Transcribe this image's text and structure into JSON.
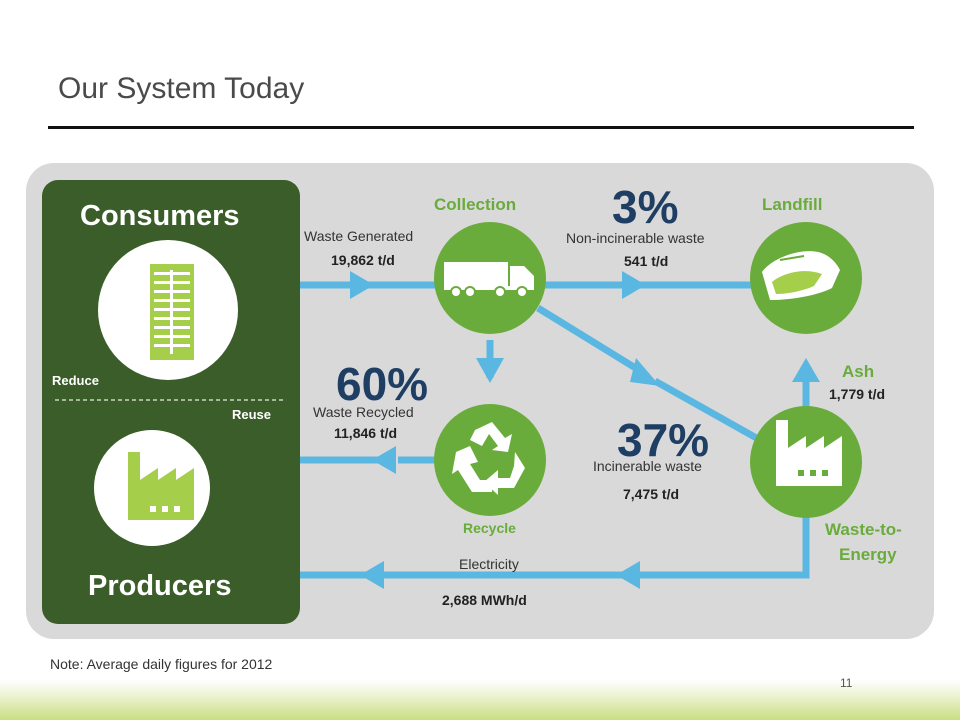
{
  "title": "Our System Today",
  "colors": {
    "green": "#6aac3c",
    "dark_green": "#3b5d29",
    "arrow_blue": "#5ab7e1",
    "navy": "#1f3e63",
    "panel_gray": "#d9d9d9"
  },
  "left_panel": {
    "top_label": "Consumers",
    "bottom_label": "Producers",
    "reduce": "Reduce",
    "reuse": "Reuse",
    "top_icon": "building-icon",
    "bottom_icon": "factory-icon"
  },
  "collection": {
    "label": "Collection",
    "icon": "truck-icon"
  },
  "landfill": {
    "label": "Landfill",
    "icon": "landfill-icon"
  },
  "recycle": {
    "label": "Recycle",
    "icon": "recycle-icon"
  },
  "wte": {
    "label_line1": "Waste-to-",
    "label_line2": "Energy",
    "icon": "factory-icon"
  },
  "flows": {
    "generated": {
      "label": "Waste Generated",
      "value": "19,862 t/d"
    },
    "non_incinerable": {
      "percent": "3%",
      "label": "Non-incinerable waste",
      "value": "541 t/d"
    },
    "recycled": {
      "percent": "60%",
      "label": "Waste Recycled",
      "value": "11,846 t/d"
    },
    "incinerable": {
      "percent": "37%",
      "label": "Incinerable waste",
      "value": "7,475 t/d"
    },
    "ash": {
      "label": "Ash",
      "value": "1,779 t/d"
    },
    "electricity": {
      "label": "Electricity",
      "value": "2,688 MWh/d"
    }
  },
  "note": "Note: Average daily figures for 2012",
  "page_number": "11"
}
